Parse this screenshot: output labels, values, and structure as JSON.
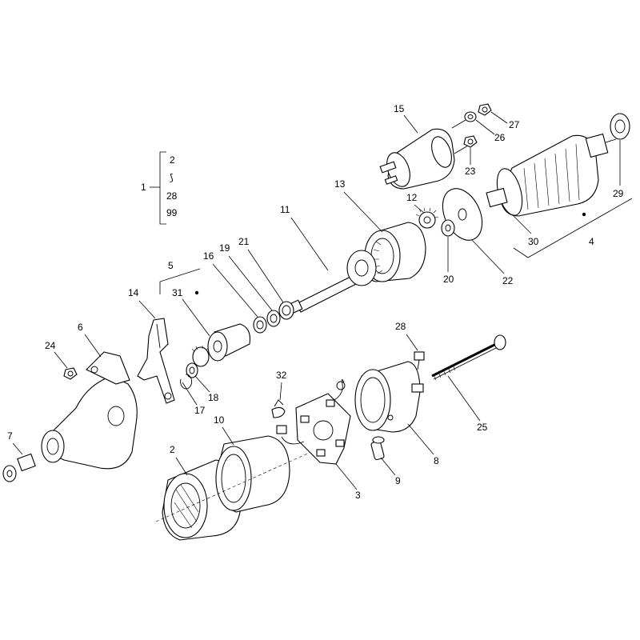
{
  "diagram": {
    "group_kit": {
      "label": "1",
      "members": [
        "2",
        "28",
        "99"
      ],
      "continuation_glyph": "⟆"
    },
    "labels": {
      "l2": "2",
      "l3": "3",
      "l4": "4",
      "l5": "5",
      "l6": "6",
      "l7": "7",
      "l8": "8",
      "l9": "9",
      "l10": "10",
      "l11": "11",
      "l12": "12",
      "l13": "13",
      "l14": "14",
      "l15": "15",
      "l16": "16",
      "l17": "17",
      "l18": "18",
      "l19": "19",
      "l20": "20",
      "l21": "21",
      "l22": "22",
      "l23": "23",
      "l24": "24",
      "l25": "25",
      "l26": "26",
      "l27": "27",
      "l28": "28",
      "l29": "29",
      "l30": "30",
      "l31": "31",
      "l32": "32"
    }
  }
}
